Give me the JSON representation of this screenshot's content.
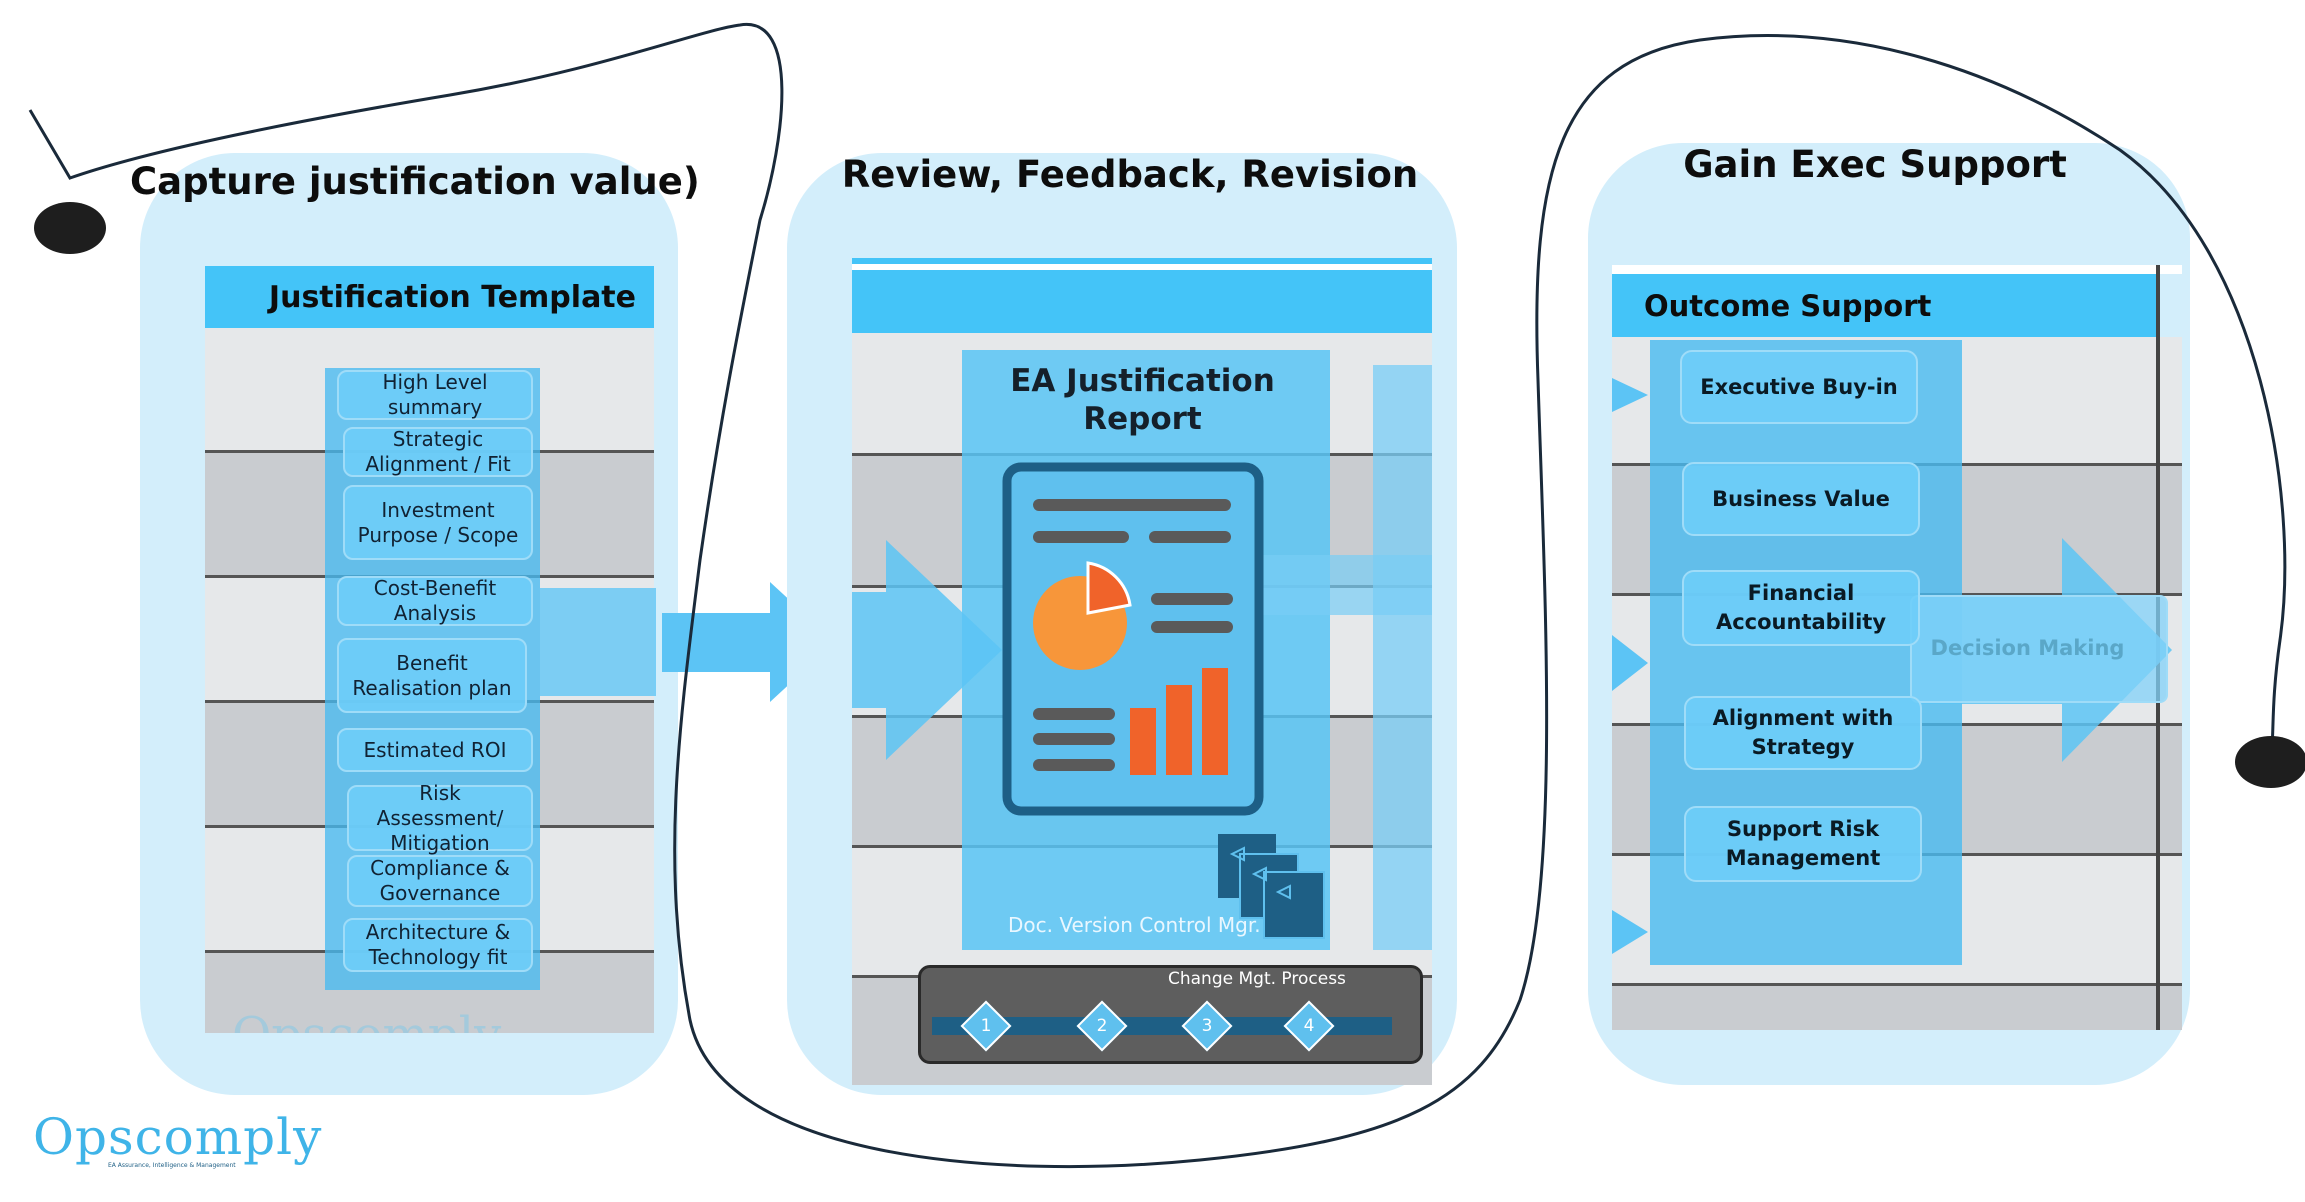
{
  "panels": [
    {
      "title": "Capture justification value)"
    },
    {
      "title": "Review, Feedback, Revision"
    },
    {
      "title": "Gain Exec Support"
    }
  ],
  "template": {
    "header": "Justification Template",
    "items": [
      "High Level summary",
      "Strategic Alignment / Fit",
      "Investment Purpose / Scope",
      "Cost-Benefit Analysis",
      "Benefit Realisation plan",
      "Estimated ROI",
      "Risk Assessment/ Mitigation",
      "Compliance & Governance",
      "Architecture & Technology fit"
    ],
    "watermark": "Opscomply"
  },
  "report": {
    "title": "EA Justification Report",
    "doc_control": "Doc. Version Control Mgr.",
    "process_title": "Change Mgt. Process",
    "steps": [
      "1",
      "2",
      "3",
      "4"
    ]
  },
  "outcome": {
    "header": "Outcome Support",
    "items": [
      "Executive Buy-in",
      "Business Value",
      "Financial Accountability",
      "Alignment with Strategy",
      "Support Risk Management"
    ],
    "decision": "Decision Making"
  },
  "logo": {
    "name": "Opscomply",
    "tagline": "EA Assurance, Intelligence & Management"
  },
  "colors": {
    "panel": "#d3eefb",
    "header": "#44c4f8",
    "accent_orange": "#f7963a",
    "bars": "#f0632a",
    "connector": "#1a2a3a"
  }
}
